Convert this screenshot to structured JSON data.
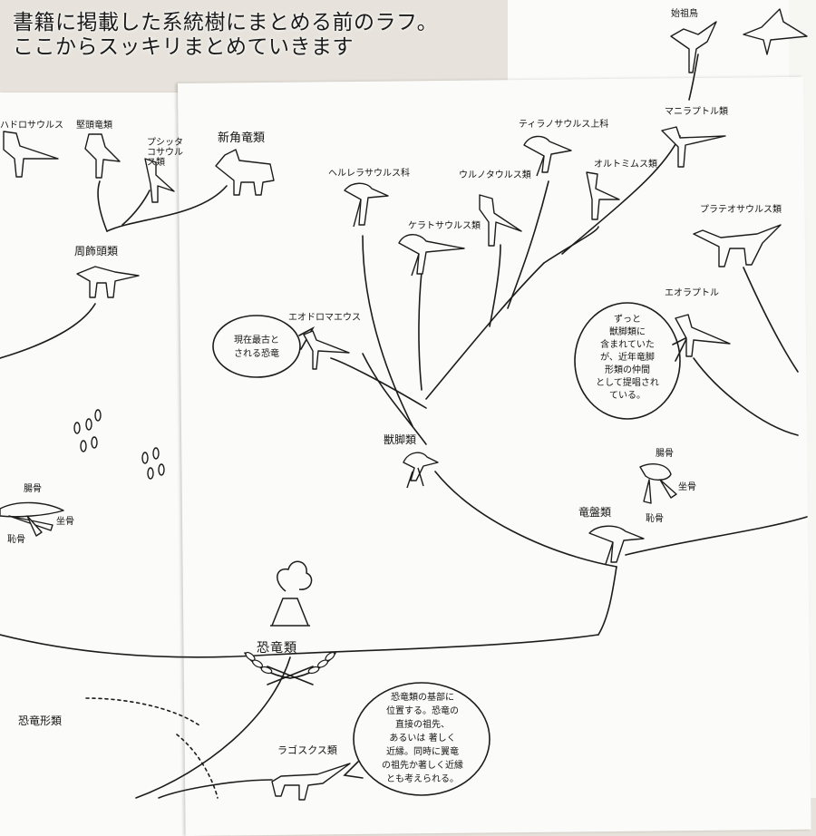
{
  "caption": {
    "line1": "書籍に掲載した系統樹にまとめる前のラフ。",
    "line2": "ここからスッキリまとめていきます"
  },
  "labels": {
    "hadrosaurs": "ハドロサウルス",
    "pachycephalosaurs": "堅頭竜類",
    "psittacosaurus": "プシッタコサウルス類",
    "ceratopsians": "新角竜類",
    "marginocephalia": "周飾頭類",
    "herrerasauridae": "ヘルレラサウルス科",
    "ceratosaurs": "ケラトサウルス類",
    "allosauroids": "ウルノタウルス類",
    "tyrannosauroidea": "ティラノサウルス上科",
    "ornithomimids": "オルトミムス類",
    "maniraptora": "マニラプトル類",
    "early_birds": "始祖鳥",
    "eoraptor_left": "エオドロマエウス",
    "eoraptor_right": "エオラプトル",
    "sauropodomorphs": "プラテオサウルス類",
    "theropods": "獣脚類",
    "saurischians": "竜盤類",
    "ilium_a": "腸骨",
    "pubis_a": "恥骨",
    "ischium_a": "坐骨",
    "ilium_b": "腸骨",
    "pubis_b": "坐骨",
    "ischium_b": "恥骨",
    "dinosaurs": "恐竜類",
    "dinosauriformes": "恐竜形類",
    "lagosuchus": "ラゴスクス類"
  },
  "notes": {
    "oldest": [
      "現在最古と",
      "される恐竜"
    ],
    "eoraptor": [
      "ずっと",
      "獣脚類に",
      "含まれていた",
      "が、近年竜脚",
      "形類の仲間",
      "として提唱され",
      "ている。"
    ],
    "lagosuchus": [
      "恐竜類の基部に",
      "位置する。恐竜の",
      "直接の祖先、",
      "あるいは 著しく",
      "近縁。同時に翼竜",
      "の祖先か著しく近縁",
      "とも考えられる。"
    ]
  }
}
